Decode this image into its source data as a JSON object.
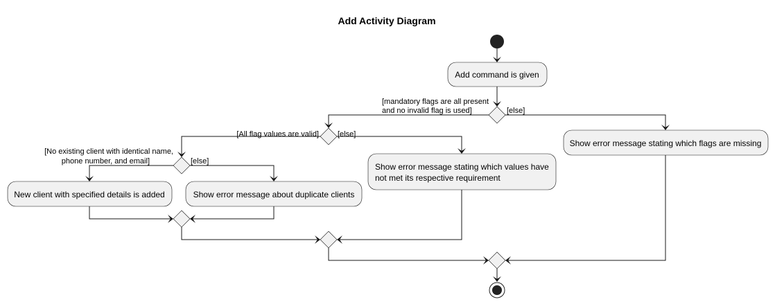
{
  "diagram": {
    "title": "Add Activity Diagram",
    "activities": {
      "add_command": "Add command is given",
      "error_missing_flags": "Show error message stating which flags are missing",
      "error_values_line1": "Show error message stating which values have",
      "error_values_line2": "not met its respective requirement",
      "new_client": "New client with specified details is added",
      "error_duplicate": "Show error message about duplicate clients"
    },
    "guards": {
      "flags_present_line1": "[mandatory flags are all present",
      "flags_present_line2": "and no invalid flag is used]",
      "flags_else": "[else]",
      "values_valid": "[All flag values are valid]",
      "values_else": "[else]",
      "no_duplicate_line1": "[No existing client with identical name,",
      "no_duplicate_line2": "phone number, and email]",
      "duplicate_else": "[else]"
    },
    "colors": {
      "activity_fill": "#f1f1f1",
      "stroke": "#181818",
      "start_node": "#222222"
    }
  }
}
